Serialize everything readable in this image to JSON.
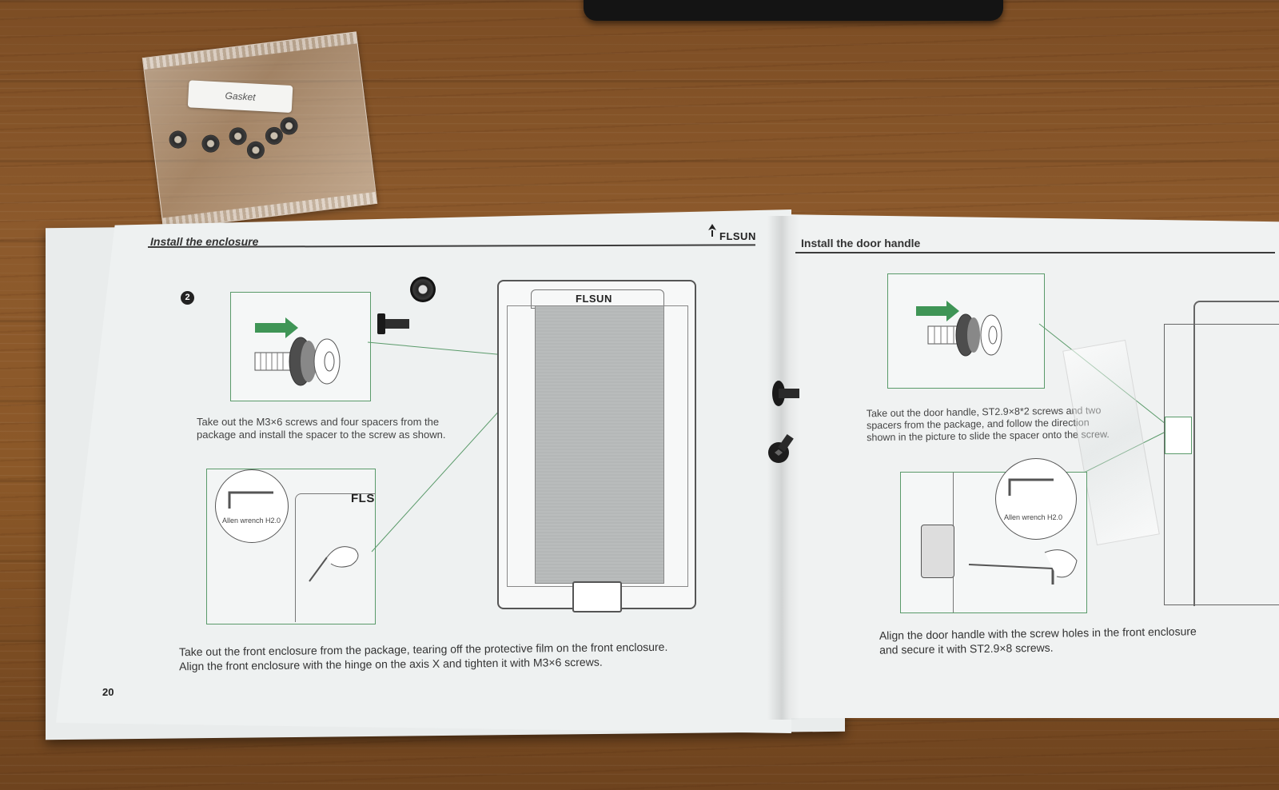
{
  "gasket_bag": {
    "label": "Gasket"
  },
  "left_page": {
    "header": "Install the enclosure",
    "logo": "FLSUN",
    "step_number": "2",
    "instruction_1": [
      "Take out the M3×6 screws and four spacers from the",
      "package and install the spacer to the screw as shown."
    ],
    "wrench_label": "Allen wrench H2.0",
    "detail_logo": "FLS",
    "printer_logo": "FLSUN",
    "caption": [
      "Take out the front enclosure from the package, tearing off the protective film on the front enclosure.",
      "Align the front enclosure with the hinge on the axis X and tighten it with M3×6 screws."
    ],
    "page_number": "20"
  },
  "right_page": {
    "header": "Install the door handle",
    "instruction_1": [
      "Take out the door handle, ST2.9×8*2 screws and two",
      "spacers from the package, and follow the direction",
      "shown in the picture to slide the spacer onto the screw."
    ],
    "wrench_label": "Allen wrench H2.0",
    "caption": [
      "Align the door handle with the screw holes in the front enclosure",
      "and secure it with ST2.9×8 screws."
    ]
  }
}
